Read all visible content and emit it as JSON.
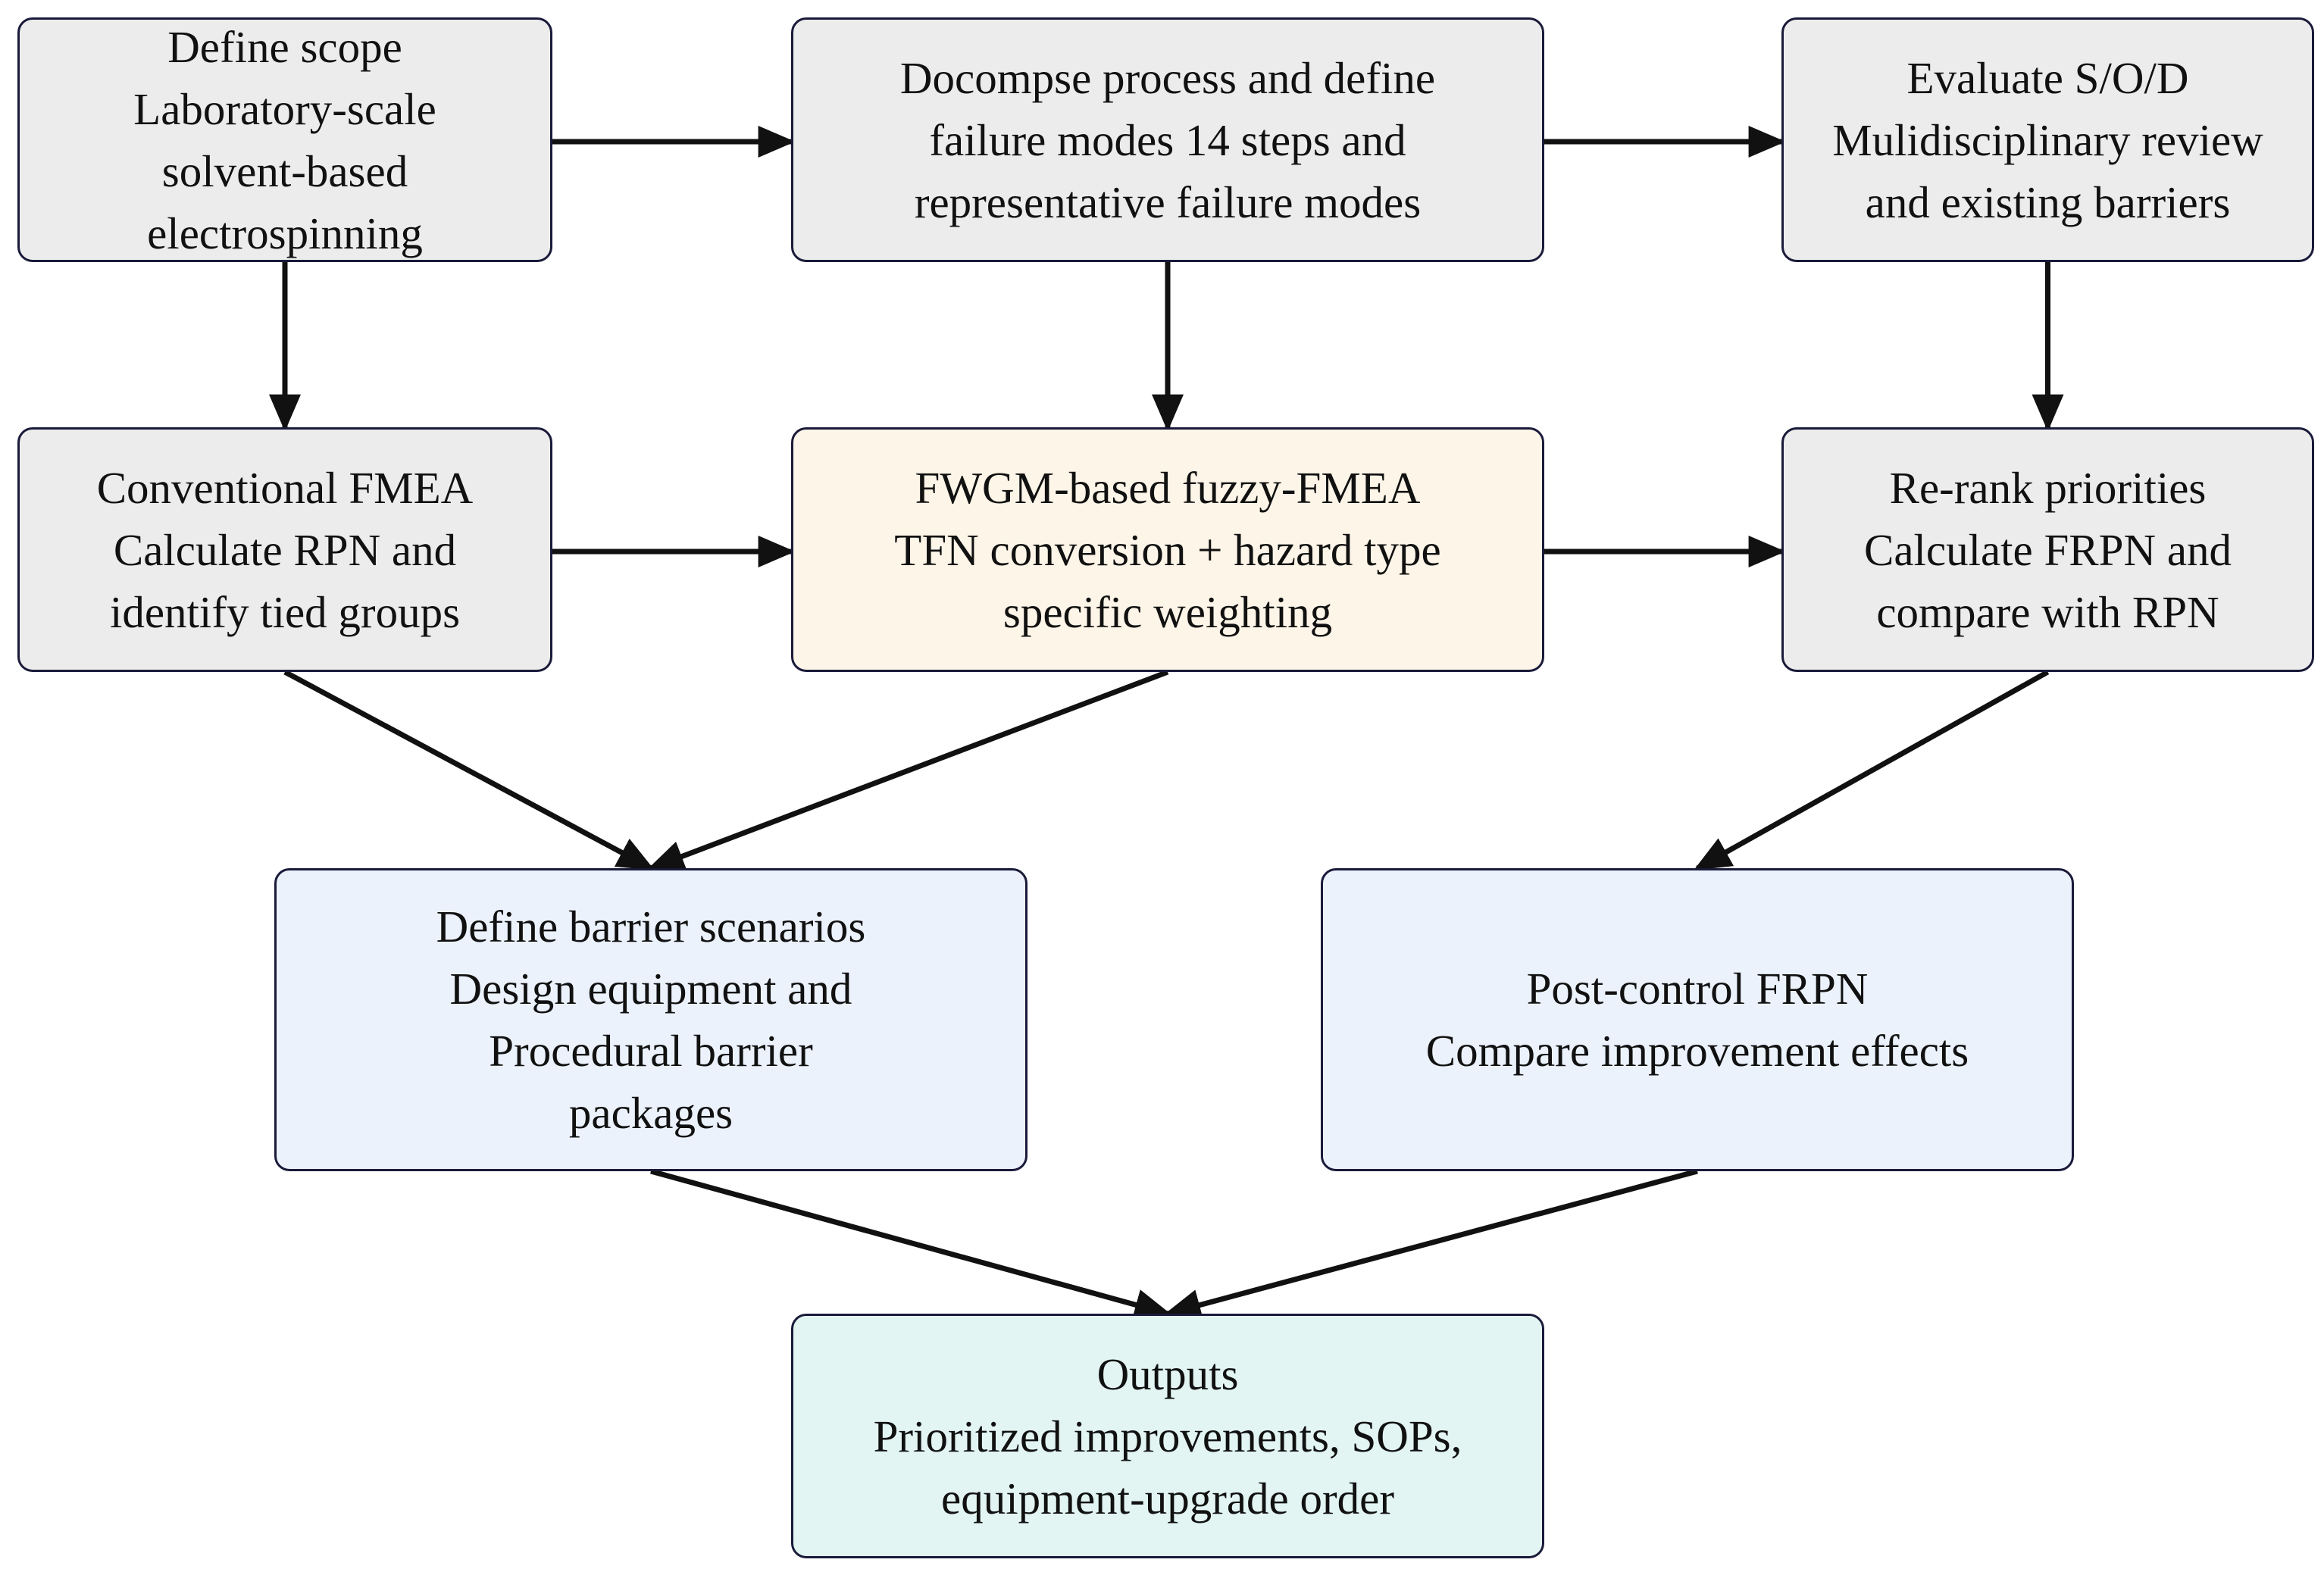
{
  "nodes": {
    "scope": {
      "lines": [
        "Define scope",
        "Laboratory-scale",
        "solvent-based",
        "electrospinning"
      ]
    },
    "decompose": {
      "lines": [
        "Docompse process and define",
        "failure modes 14 steps and",
        "representative failure modes"
      ]
    },
    "evaluate": {
      "lines": [
        "Evaluate S/O/D",
        "Mulidisciplinary review",
        "and existing barriers"
      ]
    },
    "fmea": {
      "lines": [
        "Conventional FMEA",
        "Calculate RPN and",
        "identify tied groups"
      ]
    },
    "fuzzy": {
      "lines": [
        "FWGM-based fuzzy-FMEA",
        "TFN conversion + hazard type",
        "specific weighting"
      ]
    },
    "rerank": {
      "lines": [
        "Re-rank priorities",
        "Calculate FRPN and",
        "compare with RPN"
      ]
    },
    "barrier": {
      "lines": [
        "Define barrier scenarios",
        "Design equipment and",
        "Procedural barrier",
        "packages"
      ]
    },
    "post": {
      "lines": [
        "Post-control FRPN",
        "Compare improvement effects"
      ]
    },
    "outputs": {
      "lines": [
        "Outputs",
        "Prioritized improvements, SOPs,",
        "equipment-upgrade order"
      ]
    }
  },
  "colors": {
    "gray_fill": "#ececec",
    "peach_fill": "#fdf5e8",
    "blue_fill": "#ebf2fc",
    "teal_fill": "#e2f5f2",
    "border": "#1a1a3a",
    "arrow": "#111111"
  },
  "edges": [
    {
      "from": "scope",
      "to": "decompose"
    },
    {
      "from": "decompose",
      "to": "evaluate"
    },
    {
      "from": "scope",
      "to": "fmea"
    },
    {
      "from": "decompose",
      "to": "fuzzy"
    },
    {
      "from": "evaluate",
      "to": "rerank"
    },
    {
      "from": "fmea",
      "to": "fuzzy"
    },
    {
      "from": "fuzzy",
      "to": "rerank"
    },
    {
      "from": "fmea",
      "to": "barrier"
    },
    {
      "from": "fuzzy",
      "to": "barrier"
    },
    {
      "from": "rerank",
      "to": "post"
    },
    {
      "from": "barrier",
      "to": "outputs"
    },
    {
      "from": "post",
      "to": "outputs"
    }
  ]
}
